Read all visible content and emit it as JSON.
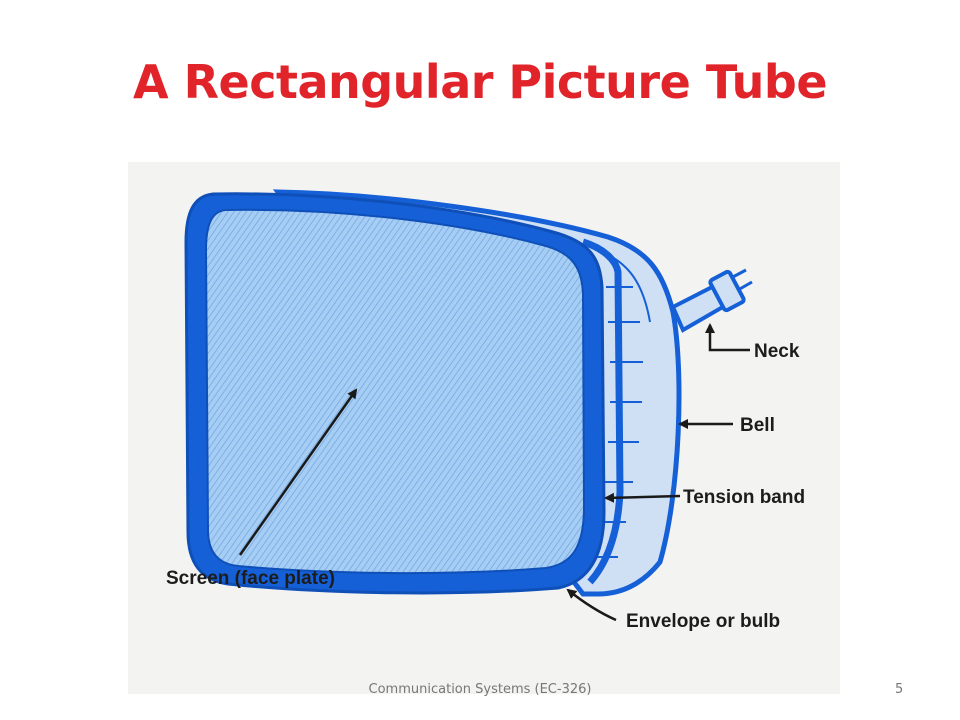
{
  "slide": {
    "title": "A Rectangular Picture Tube",
    "footer": "Communication Systems (EC-326)",
    "page_number": "5"
  },
  "diagram": {
    "labels": {
      "neck": "Neck",
      "bell": "Bell",
      "tension_band": "Tension band",
      "envelope": "Envelope or bulb",
      "screen": "Screen (face plate)"
    },
    "colors": {
      "tube_outline": "#1560d6",
      "screen_fill": "#9cc6f0",
      "title": "#e0242a"
    }
  }
}
